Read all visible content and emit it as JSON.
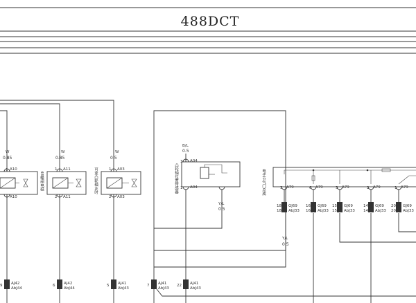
{
  "title": "488DCT",
  "wires": {
    "w1": "W",
    "w1v": "0.85",
    "w2": "W",
    "w2v": "0.85",
    "w3": "W",
    "w3v": "0.5",
    "w4": "B/L",
    "w4v": "0.5",
    "w5": "Y/L",
    "w5v": "0.5",
    "w6": "Y/L",
    "w6v": "0.5"
  },
  "components": {
    "c2": "48蝶阀电磁",
    "c3": "可变凸轮轴正时",
    "c4": "凸轮轴位置传感器",
    "c5": "电子节气门总成"
  },
  "pins": {
    "p1t": "1",
    "p1tc": "A10",
    "p1b": "",
    "p1bc": "A10",
    "p2t": "1",
    "p2tc": "A11",
    "p2b": "2",
    "p2bc": "A11",
    "p3t": "1",
    "p3tc": "A03",
    "p3b": "2",
    "p3bc": "A03",
    "p4t": "3",
    "p4tc": "A04",
    "p4b": "1",
    "p4bc": "A04",
    "e1": "3",
    "e1c": "A79",
    "e2": "6",
    "e2c": "A79",
    "e3": "3",
    "e3c": "A79",
    "e4": "2",
    "e4c": "A79",
    "e5": "1",
    "e5c": "A79"
  },
  "ecu_top": [
    {
      "n1": "18",
      "a": "GJ69",
      "n2": "18",
      "b": "AbJ33"
    },
    {
      "n1": "16",
      "a": "GJ69",
      "n2": "16",
      "b": "AbJ33"
    },
    {
      "n1": "15",
      "a": "GJ69",
      "n2": "15",
      "b": "AbJ33"
    },
    {
      "n1": "14",
      "a": "GJ69",
      "n2": "14",
      "b": "AbJ33"
    },
    {
      "n1": "20",
      "a": "GJ69",
      "n2": "20",
      "b": "AbJ33"
    }
  ],
  "ecu_bottom": [
    {
      "n": "9",
      "a": "AJ42",
      "b": "AbJ44"
    },
    {
      "n": "6",
      "a": "AJ42",
      "b": "AbJ44"
    },
    {
      "n": "5",
      "a": "AJ41",
      "b": "AbJ43"
    },
    {
      "n": "7",
      "a": "AJ41",
      "b": "AbJ43"
    },
    {
      "n": "22",
      "a": "AJ41",
      "b": "AbJ43"
    }
  ]
}
